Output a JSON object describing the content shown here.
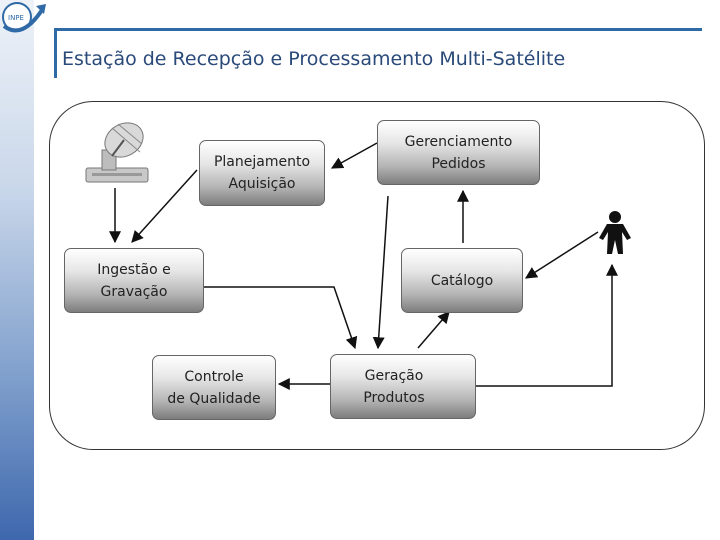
{
  "header": {
    "title": "Estação de Recepção e Processamento Multi-Satélite",
    "logo_text": "INPE"
  },
  "diagram": {
    "nodes": {
      "planejamento": "Planejamento\nAquisição",
      "gerenciamento": "Gerenciamento\nPedidos",
      "ingestao": "Ingestão e\nGravação",
      "catalogo": "Catálogo",
      "controle": "Controle\nde Qualidade",
      "geracao": "Geração\nProdutos"
    },
    "icons": [
      "satellite-dish-icon",
      "user-icon"
    ]
  },
  "colors": {
    "title": "#2a4a7a",
    "rule": "#2f6aa7",
    "sidebar": "#3e68ad"
  }
}
